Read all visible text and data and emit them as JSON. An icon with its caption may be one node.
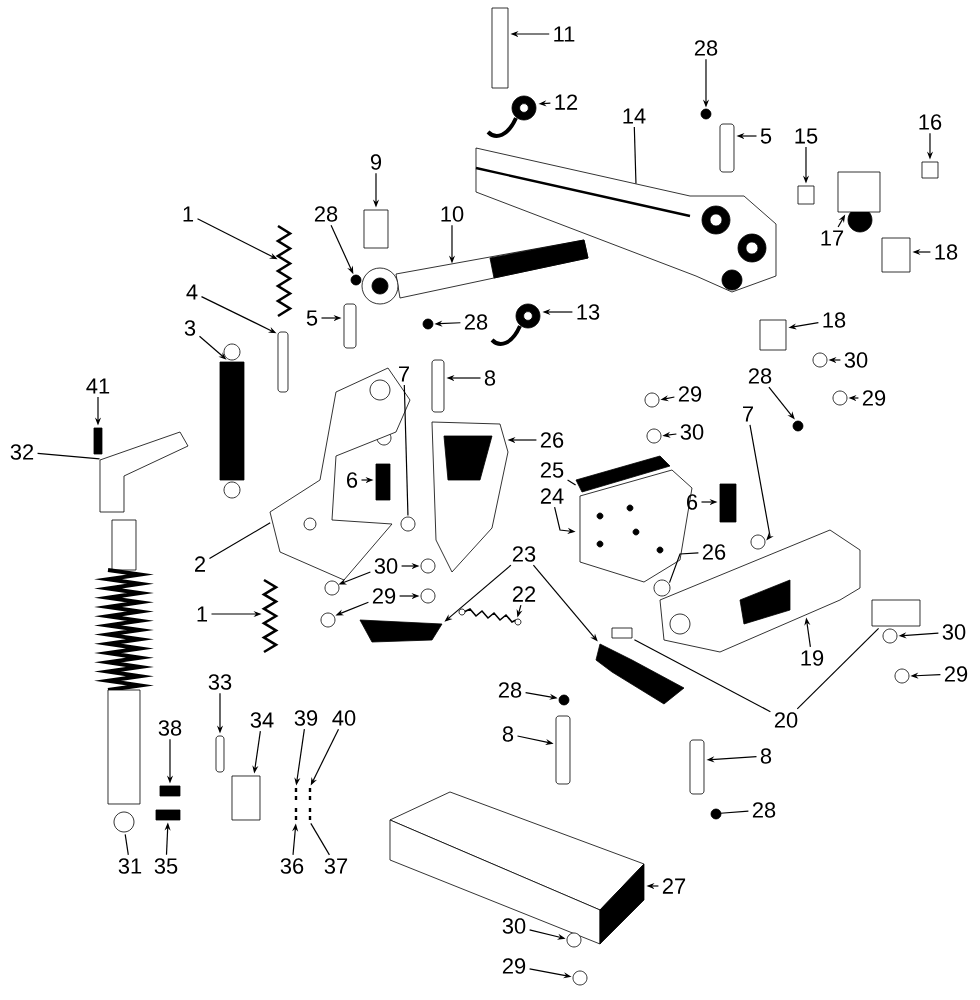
{
  "diagram": {
    "nodes": [
      {
        "text": [
          "11"
        ]
      },
      {
        "text": [
          "28"
        ]
      },
      {
        "text": [
          "12"
        ]
      },
      {
        "text": [
          "14"
        ]
      },
      {
        "text": [
          "5"
        ]
      },
      {
        "text": [
          "15"
        ]
      },
      {
        "text": [
          "16"
        ]
      },
      {
        "text": [
          "9"
        ]
      },
      {
        "text": [
          "1"
        ]
      },
      {
        "text": [
          "28"
        ]
      },
      {
        "text": [
          "10"
        ]
      },
      {
        "text": [
          "17"
        ]
      },
      {
        "text": [
          "18"
        ]
      },
      {
        "text": [
          "4"
        ]
      },
      {
        "text": [
          "13"
        ]
      },
      {
        "text": [
          "5"
        ]
      },
      {
        "text": [
          "28"
        ]
      },
      {
        "text": [
          "18"
        ]
      },
      {
        "text": [
          "3"
        ]
      },
      {
        "text": [
          "30"
        ]
      },
      {
        "text": [
          "7"
        ]
      },
      {
        "text": [
          "28"
        ]
      },
      {
        "text": [
          "8"
        ]
      },
      {
        "text": [
          "41"
        ]
      },
      {
        "text": [
          "29"
        ]
      },
      {
        "text": [
          "29"
        ]
      },
      {
        "text": [
          "7"
        ]
      },
      {
        "text": [
          "30"
        ]
      },
      {
        "text": [
          "26"
        ]
      },
      {
        "text": [
          "32"
        ]
      },
      {
        "text": [
          "25"
        ]
      },
      {
        "text": [
          "6"
        ]
      },
      {
        "text": [
          "24"
        ]
      },
      {
        "text": [
          "6"
        ]
      },
      {
        "text": [
          "26"
        ]
      },
      {
        "text": [
          "23"
        ]
      },
      {
        "text": [
          "2"
        ]
      },
      {
        "text": [
          "30"
        ]
      },
      {
        "text": [
          "22"
        ]
      },
      {
        "text": [
          "29"
        ]
      },
      {
        "text": [
          "1"
        ]
      },
      {
        "text": [
          "19"
        ]
      },
      {
        "text": [
          "30"
        ]
      },
      {
        "text": [
          "29"
        ]
      },
      {
        "text": [
          "33"
        ]
      },
      {
        "text": [
          "28"
        ]
      },
      {
        "text": [
          "20"
        ]
      },
      {
        "text": [
          "39"
        ]
      },
      {
        "text": [
          "34"
        ]
      },
      {
        "text": [
          "38"
        ]
      },
      {
        "text": [
          "40"
        ]
      },
      {
        "text": [
          "8"
        ]
      },
      {
        "text": [
          "8"
        ]
      },
      {
        "text": [
          "28"
        ]
      },
      {
        "text": [
          "31"
        ]
      },
      {
        "text": [
          "35"
        ]
      },
      {
        "text": [
          "36"
        ]
      },
      {
        "text": [
          "37"
        ]
      },
      {
        "text": [
          "27"
        ]
      },
      {
        "text": [
          "30"
        ]
      },
      {
        "text": [
          "29"
        ]
      },
      {
        "text": [],
        "shape": "box"
      },
      {
        "text": [],
        "shape": "circle"
      },
      {
        "text": [],
        "shape": "picture"
      },
      {
        "text": [],
        "shape": "picture"
      },
      {
        "text": [],
        "shape": "box"
      },
      {
        "text": [],
        "shape": "box"
      },
      {
        "text": [],
        "shape": "box"
      },
      {
        "text": [],
        "shape": "box"
      },
      {
        "text": [],
        "shape": "picture"
      },
      {
        "text": [],
        "shape": "circle"
      },
      {
        "text": [],
        "shape": "picture"
      },
      {
        "text": [],
        "shape": "box"
      },
      {
        "text": [],
        "shape": "box"
      },
      {
        "text": [],
        "shape": "box"
      },
      {
        "text": [],
        "shape": "picture"
      },
      {
        "text": [],
        "shape": "box"
      },
      {
        "text": [],
        "shape": "circle"
      },
      {
        "text": [],
        "shape": "box"
      },
      {
        "text": [],
        "shape": "box"
      },
      {
        "text": [],
        "shape": "circle"
      },
      {
        "text": [],
        "shape": "circle"
      },
      {
        "text": [],
        "shape": "circle"
      },
      {
        "text": [],
        "shape": "box"
      },
      {
        "text": [],
        "shape": "box"
      },
      {
        "text": [],
        "shape": "circle"
      },
      {
        "text": [],
        "shape": "circle"
      },
      {
        "text": [],
        "shape": "circle"
      },
      {
        "text": [],
        "shape": "circle"
      },
      {
        "text": [],
        "shape": "picture"
      },
      {
        "text": [],
        "shape": "picture"
      },
      {
        "text": [],
        "shape": "picture"
      },
      {
        "text": [],
        "shape": "box"
      },
      {
        "text": [],
        "shape": "picture"
      },
      {
        "text": [],
        "shape": "box"
      },
      {
        "text": [],
        "shape": "circle"
      },
      {
        "text": [],
        "shape": "picture"
      },
      {
        "text": [],
        "shape": "picture"
      },
      {
        "text": [],
        "shape": "picture"
      },
      {
        "text": [],
        "shape": "circle"
      },
      {
        "text": [],
        "shape": "circle"
      },
      {
        "text": [],
        "shape": "picture"
      },
      {
        "text": [],
        "shape": "circle"
      },
      {
        "text": [],
        "shape": "circle"
      },
      {
        "text": [],
        "shape": "picture"
      },
      {
        "text": [],
        "shape": "picture"
      },
      {
        "text": [],
        "shape": "circle"
      },
      {
        "text": [],
        "shape": "circle"
      },
      {
        "text": [],
        "shape": "box"
      },
      {
        "text": [],
        "shape": "circle"
      },
      {
        "text": [],
        "shape": "box"
      },
      {
        "text": [],
        "shape": "box"
      },
      {
        "text": [],
        "shape": "picture"
      },
      {
        "text": [],
        "shape": "box"
      },
      {
        "text": [],
        "shape": "box"
      },
      {
        "text": [],
        "shape": "picture"
      },
      {
        "text": [],
        "shape": "box"
      },
      {
        "text": [],
        "shape": "box"
      },
      {
        "text": [],
        "shape": "circle"
      },
      {
        "text": [],
        "shape": "picture"
      },
      {
        "text": [],
        "shape": "box"
      },
      {
        "text": [],
        "shape": "picture"
      },
      {
        "text": [],
        "shape": "picture"
      },
      {
        "text": [],
        "shape": "picture"
      },
      {
        "text": [],
        "shape": "circle"
      },
      {
        "text": [],
        "shape": "circle"
      }
    ],
    "edges": [
      {
        "from": 0,
        "to": 61,
        "arrow": "to"
      },
      {
        "from": 1,
        "to": 62,
        "arrow": "to"
      },
      {
        "from": 2,
        "to": 63,
        "arrow": "to"
      },
      {
        "from": 3,
        "to": 64,
        "arrow": "none"
      },
      {
        "from": 4,
        "to": 65,
        "arrow": "to"
      },
      {
        "from": 5,
        "to": 66,
        "arrow": "to"
      },
      {
        "from": 6,
        "to": 67,
        "arrow": "to"
      },
      {
        "from": 7,
        "to": 68,
        "arrow": "to"
      },
      {
        "from": 8,
        "to": 69,
        "arrow": "to"
      },
      {
        "from": 9,
        "to": 70,
        "arrow": "to"
      },
      {
        "from": 10,
        "to": 71,
        "arrow": "to"
      },
      {
        "from": 11,
        "to": 72,
        "arrow": "to"
      },
      {
        "from": 12,
        "to": 73,
        "arrow": "to"
      },
      {
        "from": 13,
        "to": 74,
        "arrow": "to"
      },
      {
        "from": 14,
        "to": 75,
        "arrow": "to"
      },
      {
        "from": 15,
        "to": 76,
        "arrow": "to"
      },
      {
        "from": 16,
        "to": 77,
        "arrow": "to"
      },
      {
        "from": 17,
        "to": 78,
        "arrow": "to"
      },
      {
        "from": 18,
        "to": 79,
        "arrow": "to"
      },
      {
        "from": 19,
        "to": 80,
        "arrow": "to"
      },
      {
        "from": 20,
        "to": 81,
        "arrow": "none"
      },
      {
        "from": 21,
        "to": 82,
        "arrow": "to"
      },
      {
        "from": 22,
        "to": 83,
        "arrow": "to"
      },
      {
        "from": 23,
        "to": 84,
        "arrow": "to"
      },
      {
        "from": 24,
        "to": 85,
        "arrow": "to"
      },
      {
        "from": 25,
        "to": 86,
        "arrow": "to"
      },
      {
        "from": 26,
        "to": 87,
        "arrow": "to"
      },
      {
        "from": 27,
        "to": 88,
        "arrow": "to"
      },
      {
        "from": 28,
        "to": 89,
        "arrow": "to"
      },
      {
        "from": 29,
        "to": 90,
        "arrow": "none"
      },
      {
        "from": 30,
        "to": 91,
        "arrow": "none"
      },
      {
        "from": 31,
        "to": 92,
        "arrow": "to"
      },
      {
        "from": 32,
        "to": 93,
        "arrow": "to"
      },
      {
        "from": 33,
        "to": 94,
        "arrow": "to"
      },
      {
        "from": 34,
        "to": 95,
        "arrow": "none"
      },
      {
        "from": 35,
        "to": 96,
        "arrow": "to"
      },
      {
        "from": 35,
        "to": 97,
        "arrow": "to"
      },
      {
        "from": 36,
        "to": 98,
        "arrow": "none"
      },
      {
        "from": 37,
        "to": 99,
        "arrow": "to"
      },
      {
        "from": 37,
        "to": 100,
        "arrow": "to"
      },
      {
        "from": 38,
        "to": 101,
        "arrow": "to"
      },
      {
        "from": 39,
        "to": 102,
        "arrow": "to"
      },
      {
        "from": 39,
        "to": 103,
        "arrow": "to"
      },
      {
        "from": 40,
        "to": 104,
        "arrow": "to"
      },
      {
        "from": 41,
        "to": 105,
        "arrow": "to"
      },
      {
        "from": 42,
        "to": 106,
        "arrow": "to"
      },
      {
        "from": 43,
        "to": 107,
        "arrow": "to"
      },
      {
        "from": 44,
        "to": 108,
        "arrow": "to"
      },
      {
        "from": 45,
        "to": 109,
        "arrow": "to"
      },
      {
        "from": 46,
        "to": 110,
        "arrow": "none"
      },
      {
        "from": 46,
        "to": 111,
        "arrow": "none"
      },
      {
        "from": 47,
        "to": 112,
        "arrow": "to"
      },
      {
        "from": 48,
        "to": 113,
        "arrow": "to"
      },
      {
        "from": 49,
        "to": 114,
        "arrow": "to"
      },
      {
        "from": 50,
        "to": 115,
        "arrow": "to"
      },
      {
        "from": 51,
        "to": 116,
        "arrow": "to"
      },
      {
        "from": 52,
        "to": 117,
        "arrow": "to"
      },
      {
        "from": 53,
        "to": 118,
        "arrow": "to"
      },
      {
        "from": 54,
        "to": 119,
        "arrow": "none"
      },
      {
        "from": 55,
        "to": 120,
        "arrow": "to"
      },
      {
        "from": 56,
        "to": 121,
        "arrow": "to"
      },
      {
        "from": 57,
        "to": 122,
        "arrow": "none"
      },
      {
        "from": 58,
        "to": 123,
        "arrow": "to"
      },
      {
        "from": 59,
        "to": 124,
        "arrow": "to"
      },
      {
        "from": 60,
        "to": 125,
        "arrow": "to"
      }
    ]
  }
}
